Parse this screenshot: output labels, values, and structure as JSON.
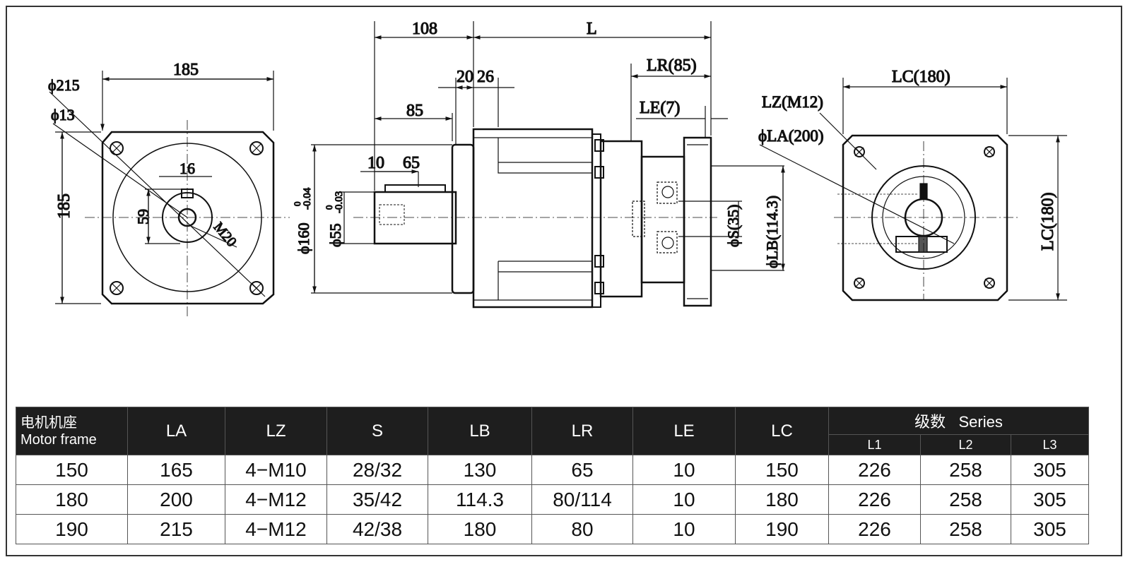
{
  "drawing": {
    "left_view": {
      "width": "185",
      "height": "185",
      "d215": "ϕ215",
      "d13": "ϕ13",
      "key": "16",
      "dim59": "59",
      "thread": "M20"
    },
    "side_view": {
      "d108": "108",
      "L": "L",
      "d20": "20",
      "d26": "26",
      "d85": "85",
      "d10": "10",
      "d65": "65",
      "d160": "ϕ160",
      "d160_tol_upper": "0",
      "d160_tol_lower": "-0.04",
      "d55": "ϕ55",
      "d55_tol_upper": "0",
      "d55_tol_lower": "-0.03",
      "LR": "LR(85)",
      "LE": "LE(7)",
      "S": "ϕS(35)",
      "LB": "ϕLB(114.3)"
    },
    "right_view": {
      "LC_top": "LC(180)",
      "LZ": "LZ(M12)",
      "LA": "ϕLA(200)",
      "LC_side": "LC(180)"
    }
  },
  "table": {
    "motor_frame_cn": "电机机座",
    "motor_frame_en": "Motor frame",
    "headers": [
      "LA",
      "LZ",
      "S",
      "LB",
      "LR",
      "LE",
      "LC"
    ],
    "series_label": "级数   Series",
    "series_cols": [
      "L1",
      "L2",
      "L3"
    ],
    "rows": [
      [
        "150",
        "165",
        "4−M10",
        "28/32",
        "130",
        "65",
        "10",
        "150",
        "226",
        "258",
        "305"
      ],
      [
        "180",
        "200",
        "4−M12",
        "35/42",
        "114.3",
        "80/114",
        "10",
        "180",
        "226",
        "258",
        "305"
      ],
      [
        "190",
        "215",
        "4−M12",
        "42/38",
        "180",
        "80",
        "10",
        "190",
        "226",
        "258",
        "305"
      ]
    ]
  }
}
